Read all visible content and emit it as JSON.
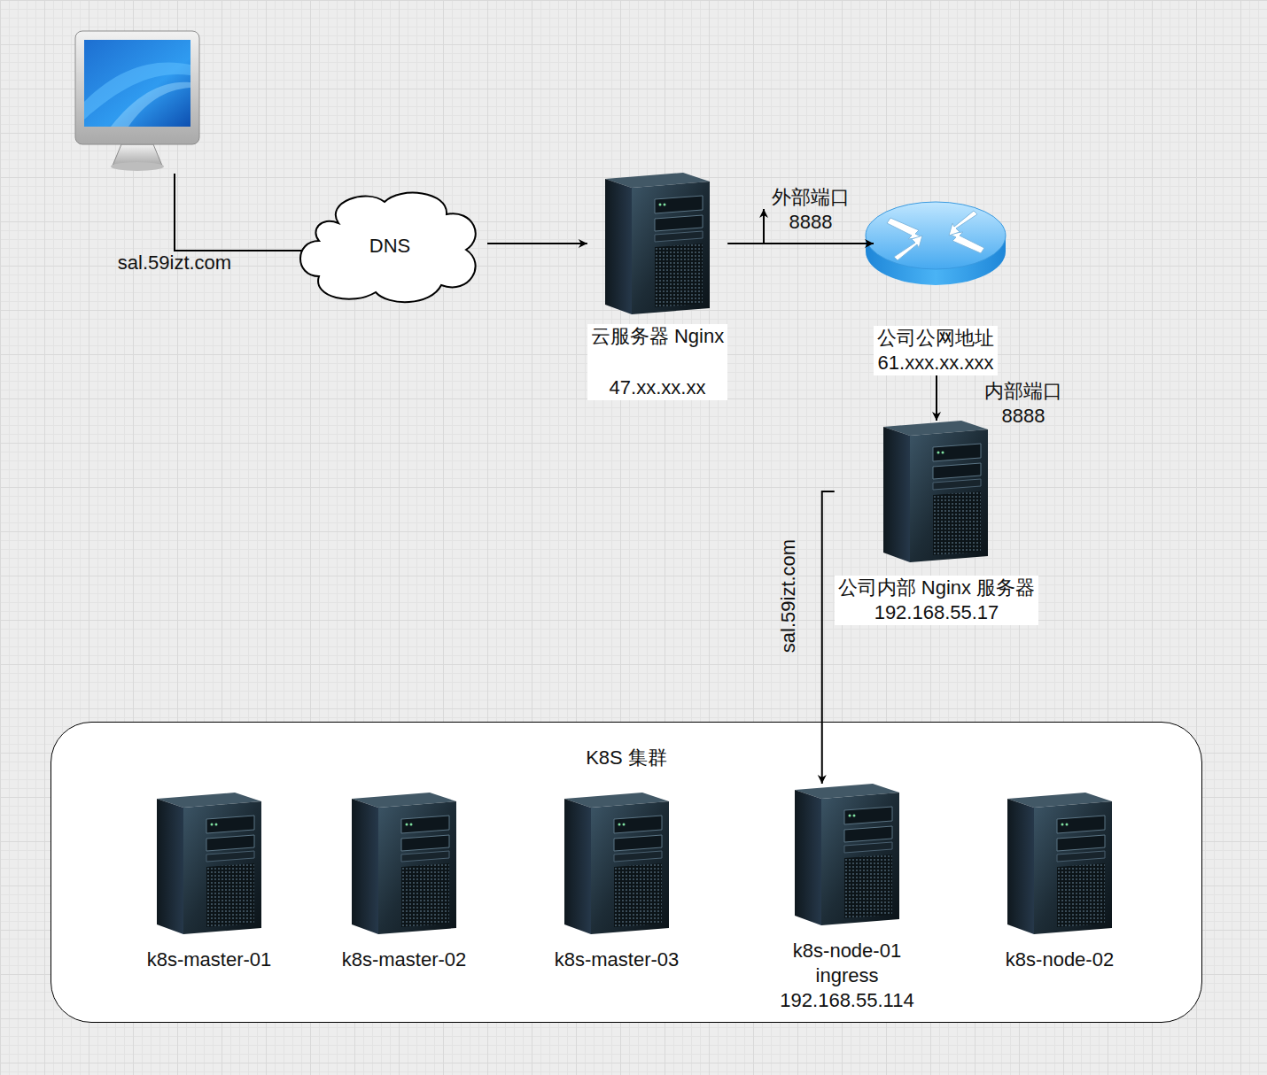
{
  "diagram": {
    "nodes": [
      {
        "text": [
          "DNS"
        ]
      },
      {
        "text": [
          "云服务器 Nginx",
          "47.xx.xx.xx"
        ]
      },
      {
        "text": [
          "公司公网地址",
          "61.xxx.xx.xxx"
        ]
      },
      {
        "text": [
          "公司内部 Nginx 服务器",
          "192.168.55.17"
        ]
      },
      {
        "text": [
          "K8S 集群"
        ]
      },
      {
        "text": [
          "k8s-master-01"
        ],
        "in": 4
      },
      {
        "text": [
          "k8s-master-02"
        ],
        "in": 4
      },
      {
        "text": [
          "k8s-master-03"
        ],
        "in": 4
      },
      {
        "text": [
          "k8s-node-01",
          "ingress",
          "192.168.55.114"
        ],
        "in": 4
      },
      {
        "text": [
          "k8s-node-02"
        ],
        "in": 4
      }
    ],
    "edges": [
      {
        "from": 0,
        "to": 1,
        "arrow": "to"
      },
      {
        "from": 1,
        "to": 2,
        "label": "外部端口 8888",
        "arrow": "to"
      },
      {
        "from": 2,
        "to": 3,
        "label": "内部端口 8888",
        "arrow": "to"
      },
      {
        "from": 3,
        "to": 8,
        "label": "sal.59izt.com",
        "arrow": "to"
      }
    ],
    "labels": [
      "sal.59izt.com"
    ]
  }
}
